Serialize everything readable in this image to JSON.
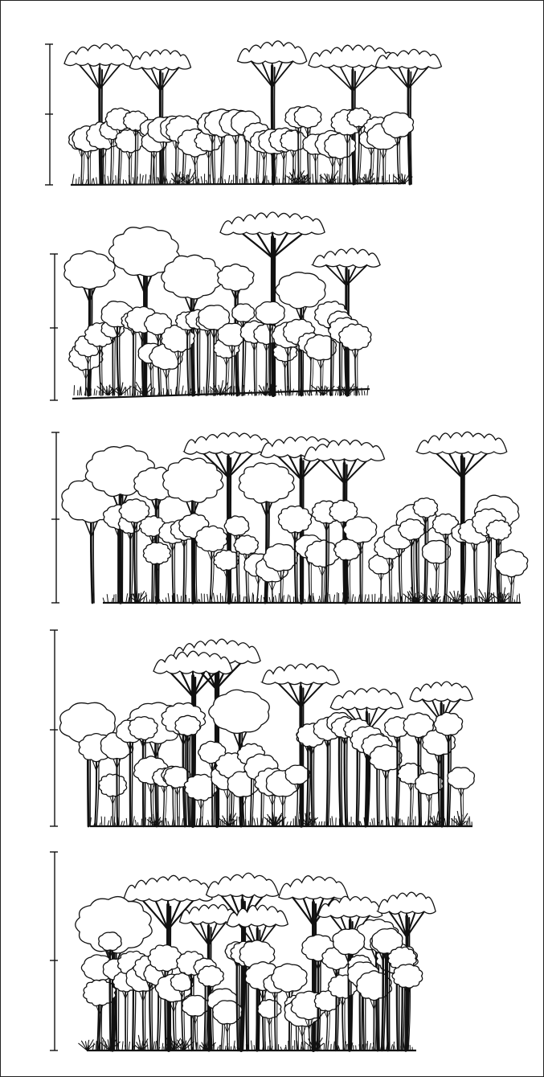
{
  "title": "",
  "panels": [
    {
      "id": "profile-1",
      "scale_labels": [
        "",
        "",
        ""
      ],
      "ground_labels": [
        "",
        "",
        ""
      ]
    },
    {
      "id": "profile-2",
      "scale_labels": [
        "",
        "",
        ""
      ],
      "ground_labels": [
        "",
        "",
        ""
      ]
    },
    {
      "id": "profile-3",
      "scale_labels": [
        "",
        "",
        ""
      ],
      "ground_labels": [
        "",
        "",
        ""
      ]
    },
    {
      "id": "profile-4",
      "scale_labels": [
        "",
        "",
        ""
      ],
      "ground_labels": [
        "",
        "",
        ""
      ]
    },
    {
      "id": "profile-5",
      "scale_labels": [
        "",
        "",
        ""
      ],
      "ground_labels": [
        "",
        "",
        ""
      ]
    }
  ],
  "colors": {
    "ink": "#111111",
    "paper": "#ffffff"
  }
}
